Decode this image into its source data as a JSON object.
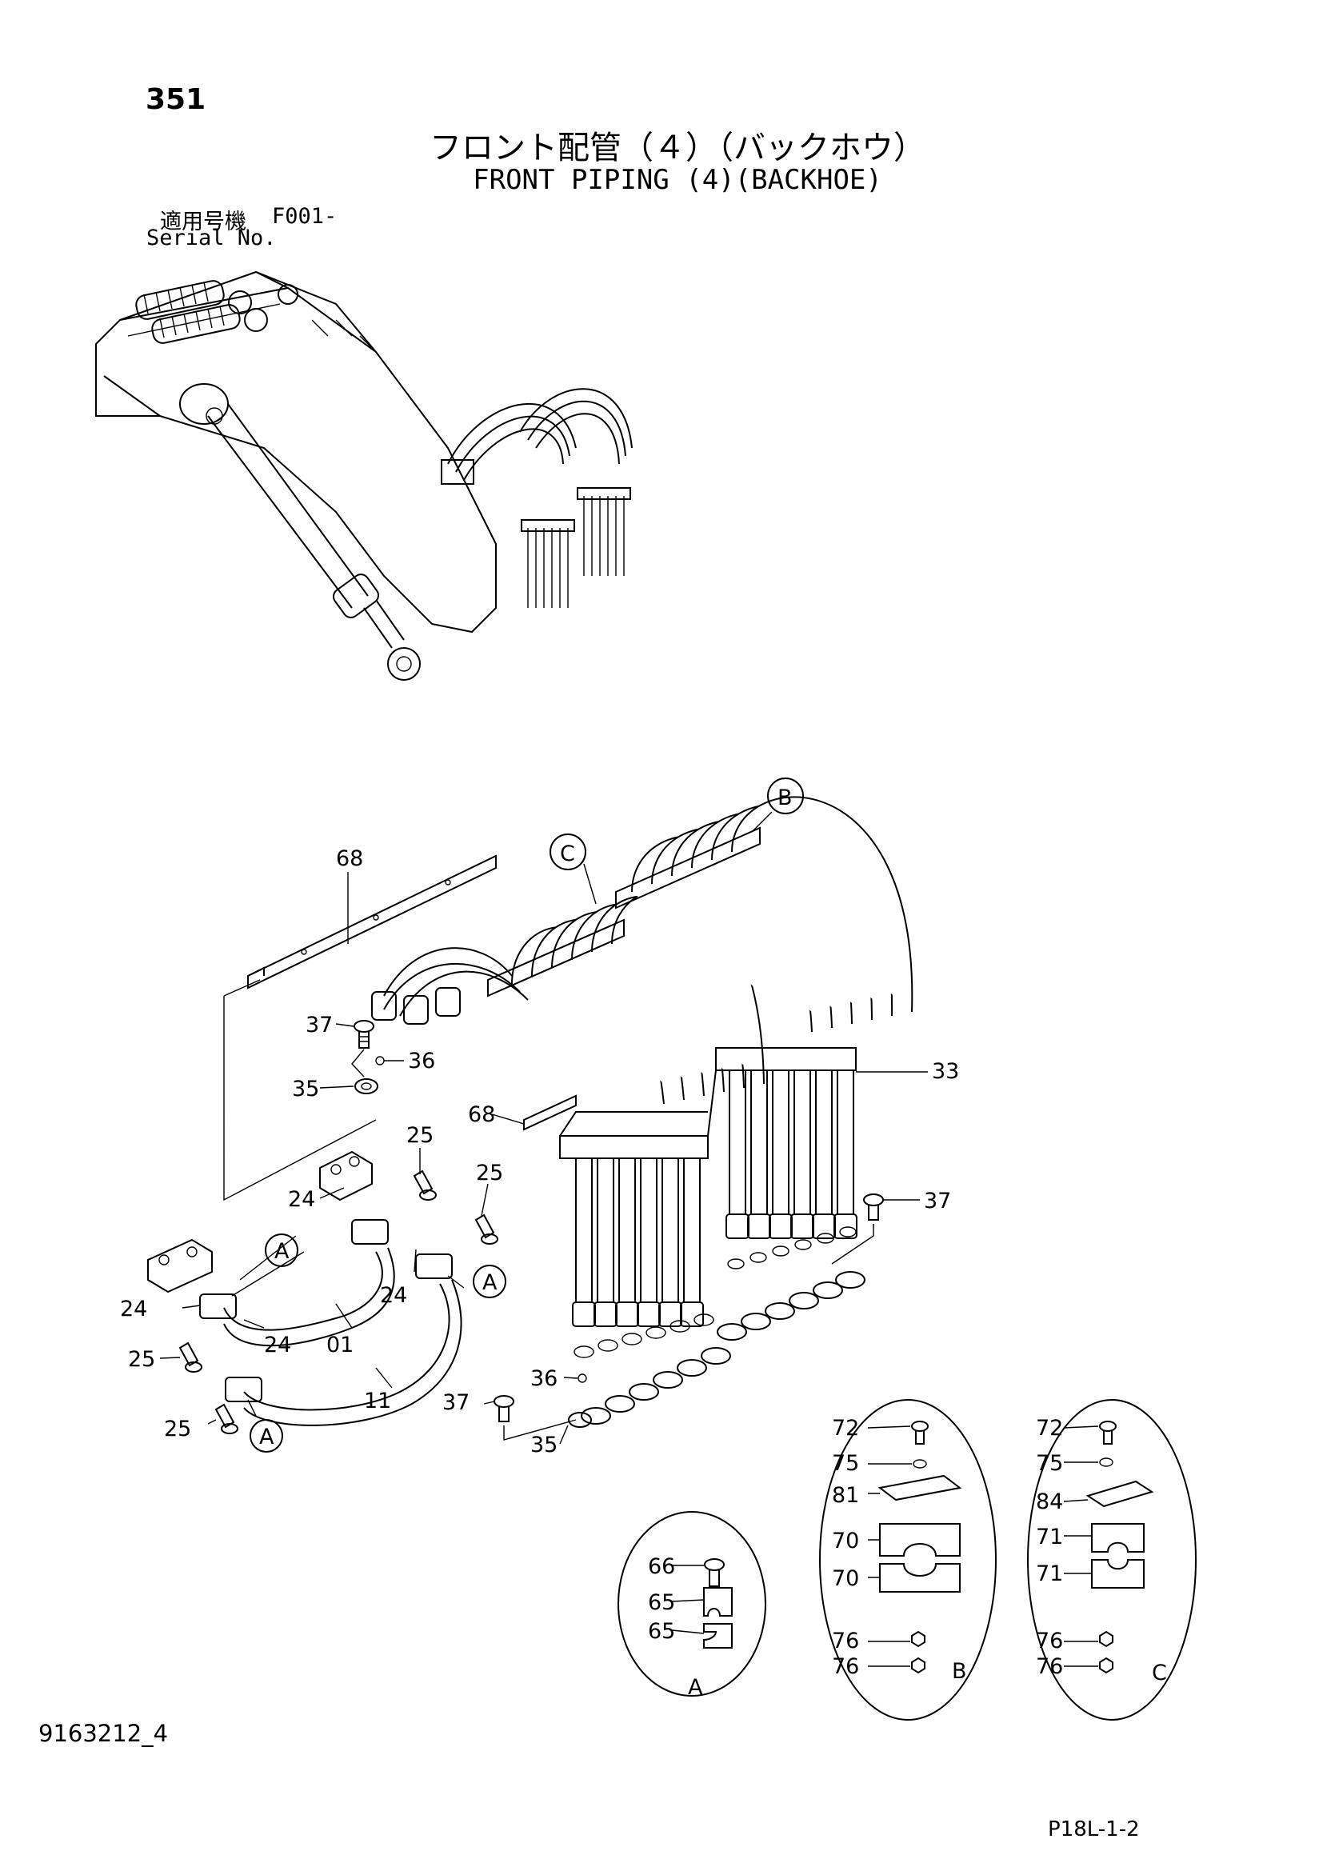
{
  "header": {
    "page_number": "351",
    "title_jp": "フロント配管（４）（バックホウ）",
    "title_en": "FRONT PIPING (4)(BACKHOE)",
    "serial_label_jp": "適用号機",
    "serial_value": "F001-",
    "serial_label_en": "Serial No."
  },
  "footer": {
    "doc_code": "9163212_4",
    "sheet_code": "P18L-1-2"
  },
  "callouts": {
    "c68a": "68",
    "c37a": "37",
    "c36a": "36",
    "c35a": "35",
    "c33": "33",
    "c68b": "68",
    "c25a": "25",
    "c25b": "25",
    "c24a": "24",
    "c24b": "24",
    "c24c": "24",
    "c24d": "24",
    "c25c": "25",
    "c25d": "25",
    "c01": "01",
    "c11": "11",
    "c37b": "37",
    "c36b": "36",
    "c37c": "37",
    "c35b": "35",
    "c66": "66",
    "c65a": "65",
    "c65b": "65",
    "c72b": "72",
    "c75b": "75",
    "c81": "81",
    "c70a": "70",
    "c70b": "70",
    "c76a": "76",
    "c76b": "76",
    "c72c": "72",
    "c75c": "75",
    "c84": "84",
    "c71a": "71",
    "c71b": "71",
    "c76c": "76",
    "c76d": "76"
  },
  "view_labels": {
    "a1": "A",
    "a2": "A",
    "a3": "A",
    "b": "B",
    "c": "C",
    "detail_a": "A",
    "detail_b": "B",
    "detail_c": "C"
  }
}
